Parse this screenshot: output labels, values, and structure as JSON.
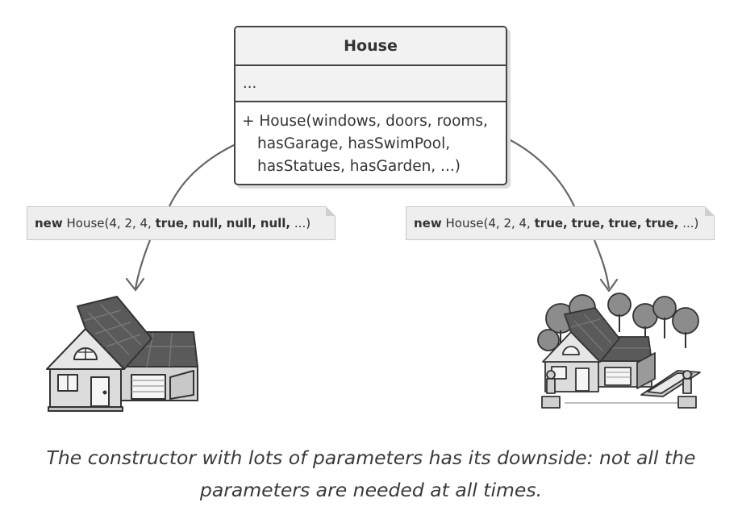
{
  "uml": {
    "class_name": "House",
    "fields": "...",
    "method_line1": "+ House(windows, doors, rooms,",
    "method_line2": "hasGarage, hasSwimPool,",
    "method_line3": "hasStatues, hasGarden, ...)"
  },
  "note_left": {
    "kw": "new",
    "t1": "House(4, 2, 4,",
    "b1": "true,",
    "b2": "null,",
    "b3": "null,",
    "b4": "null,",
    "t2": "...)"
  },
  "note_right": {
    "kw": "new",
    "t1": "House(4, 2, 4,",
    "b1": "true,",
    "b2": "true,",
    "b3": "true,",
    "b4": "true,",
    "t2": "...)"
  },
  "caption": {
    "line1": "The constructor with lots of parameters has its downside: not all the",
    "line2": "parameters are needed at all times."
  },
  "icons": {
    "left_illustration": "simple-house-icon",
    "right_illustration": "luxury-house-icon"
  },
  "colors": {
    "line": "#666666",
    "note_bg": "#eeeeee",
    "roof": "#555555",
    "wall": "#d9d9d9"
  }
}
